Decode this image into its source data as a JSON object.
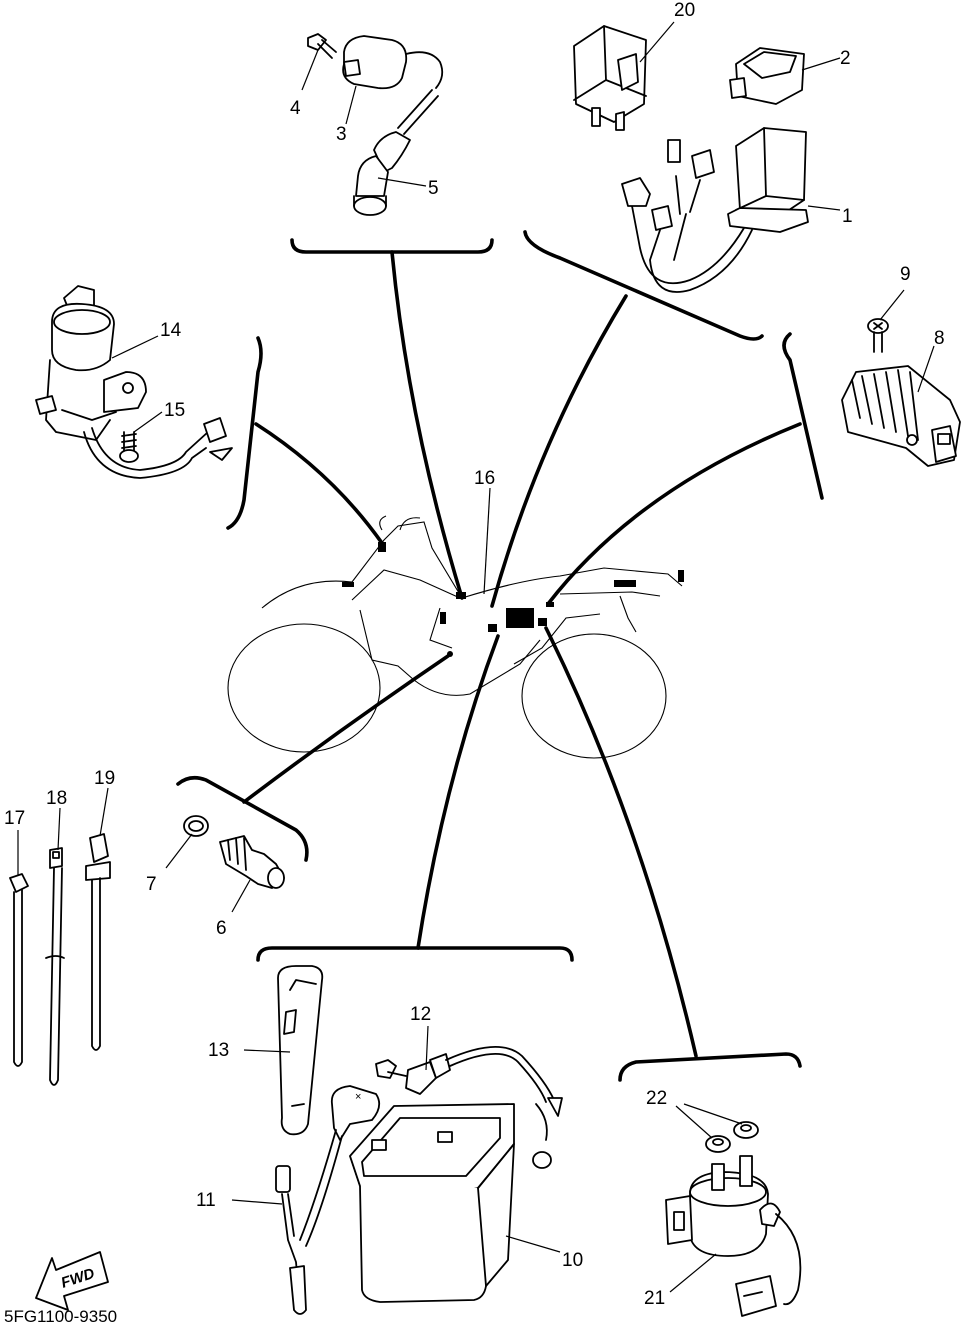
{
  "diagram_code": "5FG1100-9350",
  "fwd_label": "FWD",
  "callouts": {
    "c1": "1",
    "c2": "2",
    "c3": "3",
    "c4": "4",
    "c5": "5",
    "c6": "6",
    "c7": "7",
    "c8": "8",
    "c9": "9",
    "c10": "10",
    "c11": "11",
    "c12": "12",
    "c13": "13",
    "c14": "14",
    "c15": "15",
    "c16": "16",
    "c17": "17",
    "c18": "18",
    "c19": "19",
    "c20": "20",
    "c21": "21",
    "c22": "22"
  }
}
